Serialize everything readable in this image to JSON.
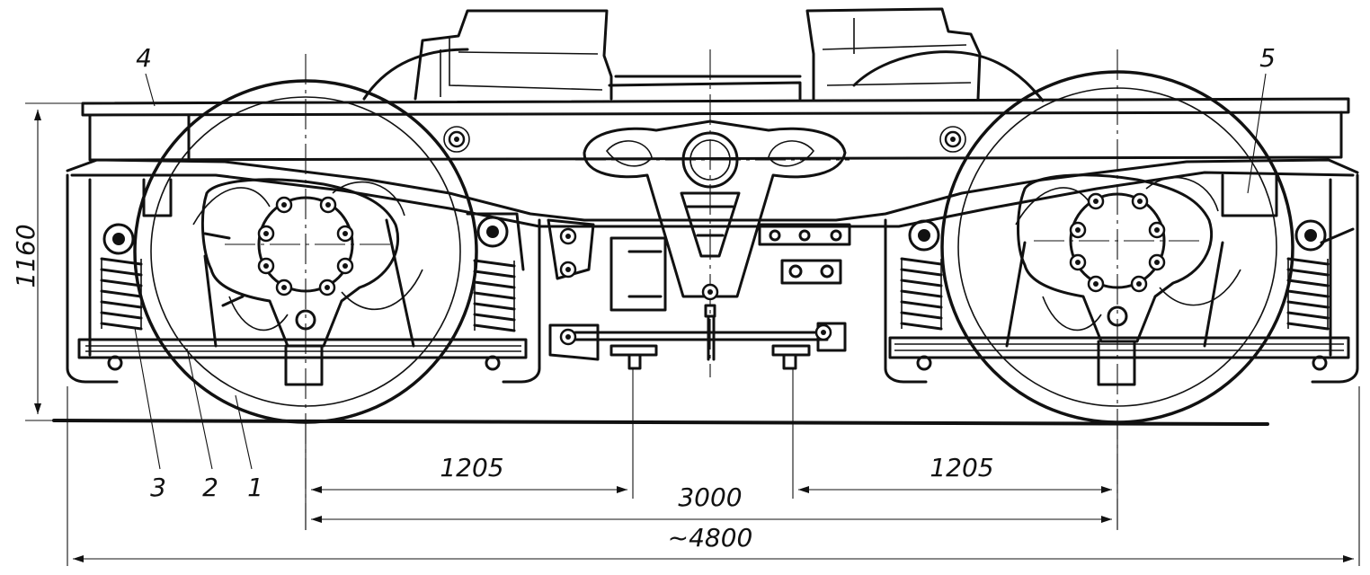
{
  "dimensions": {
    "height": "1160",
    "left_span": "1205",
    "right_span": "1205",
    "wheelbase": "3000",
    "overall": "~4800"
  },
  "labels": {
    "part_1": "1",
    "part_2": "2",
    "part_3": "3",
    "part_4": "4",
    "part_5": "5"
  }
}
